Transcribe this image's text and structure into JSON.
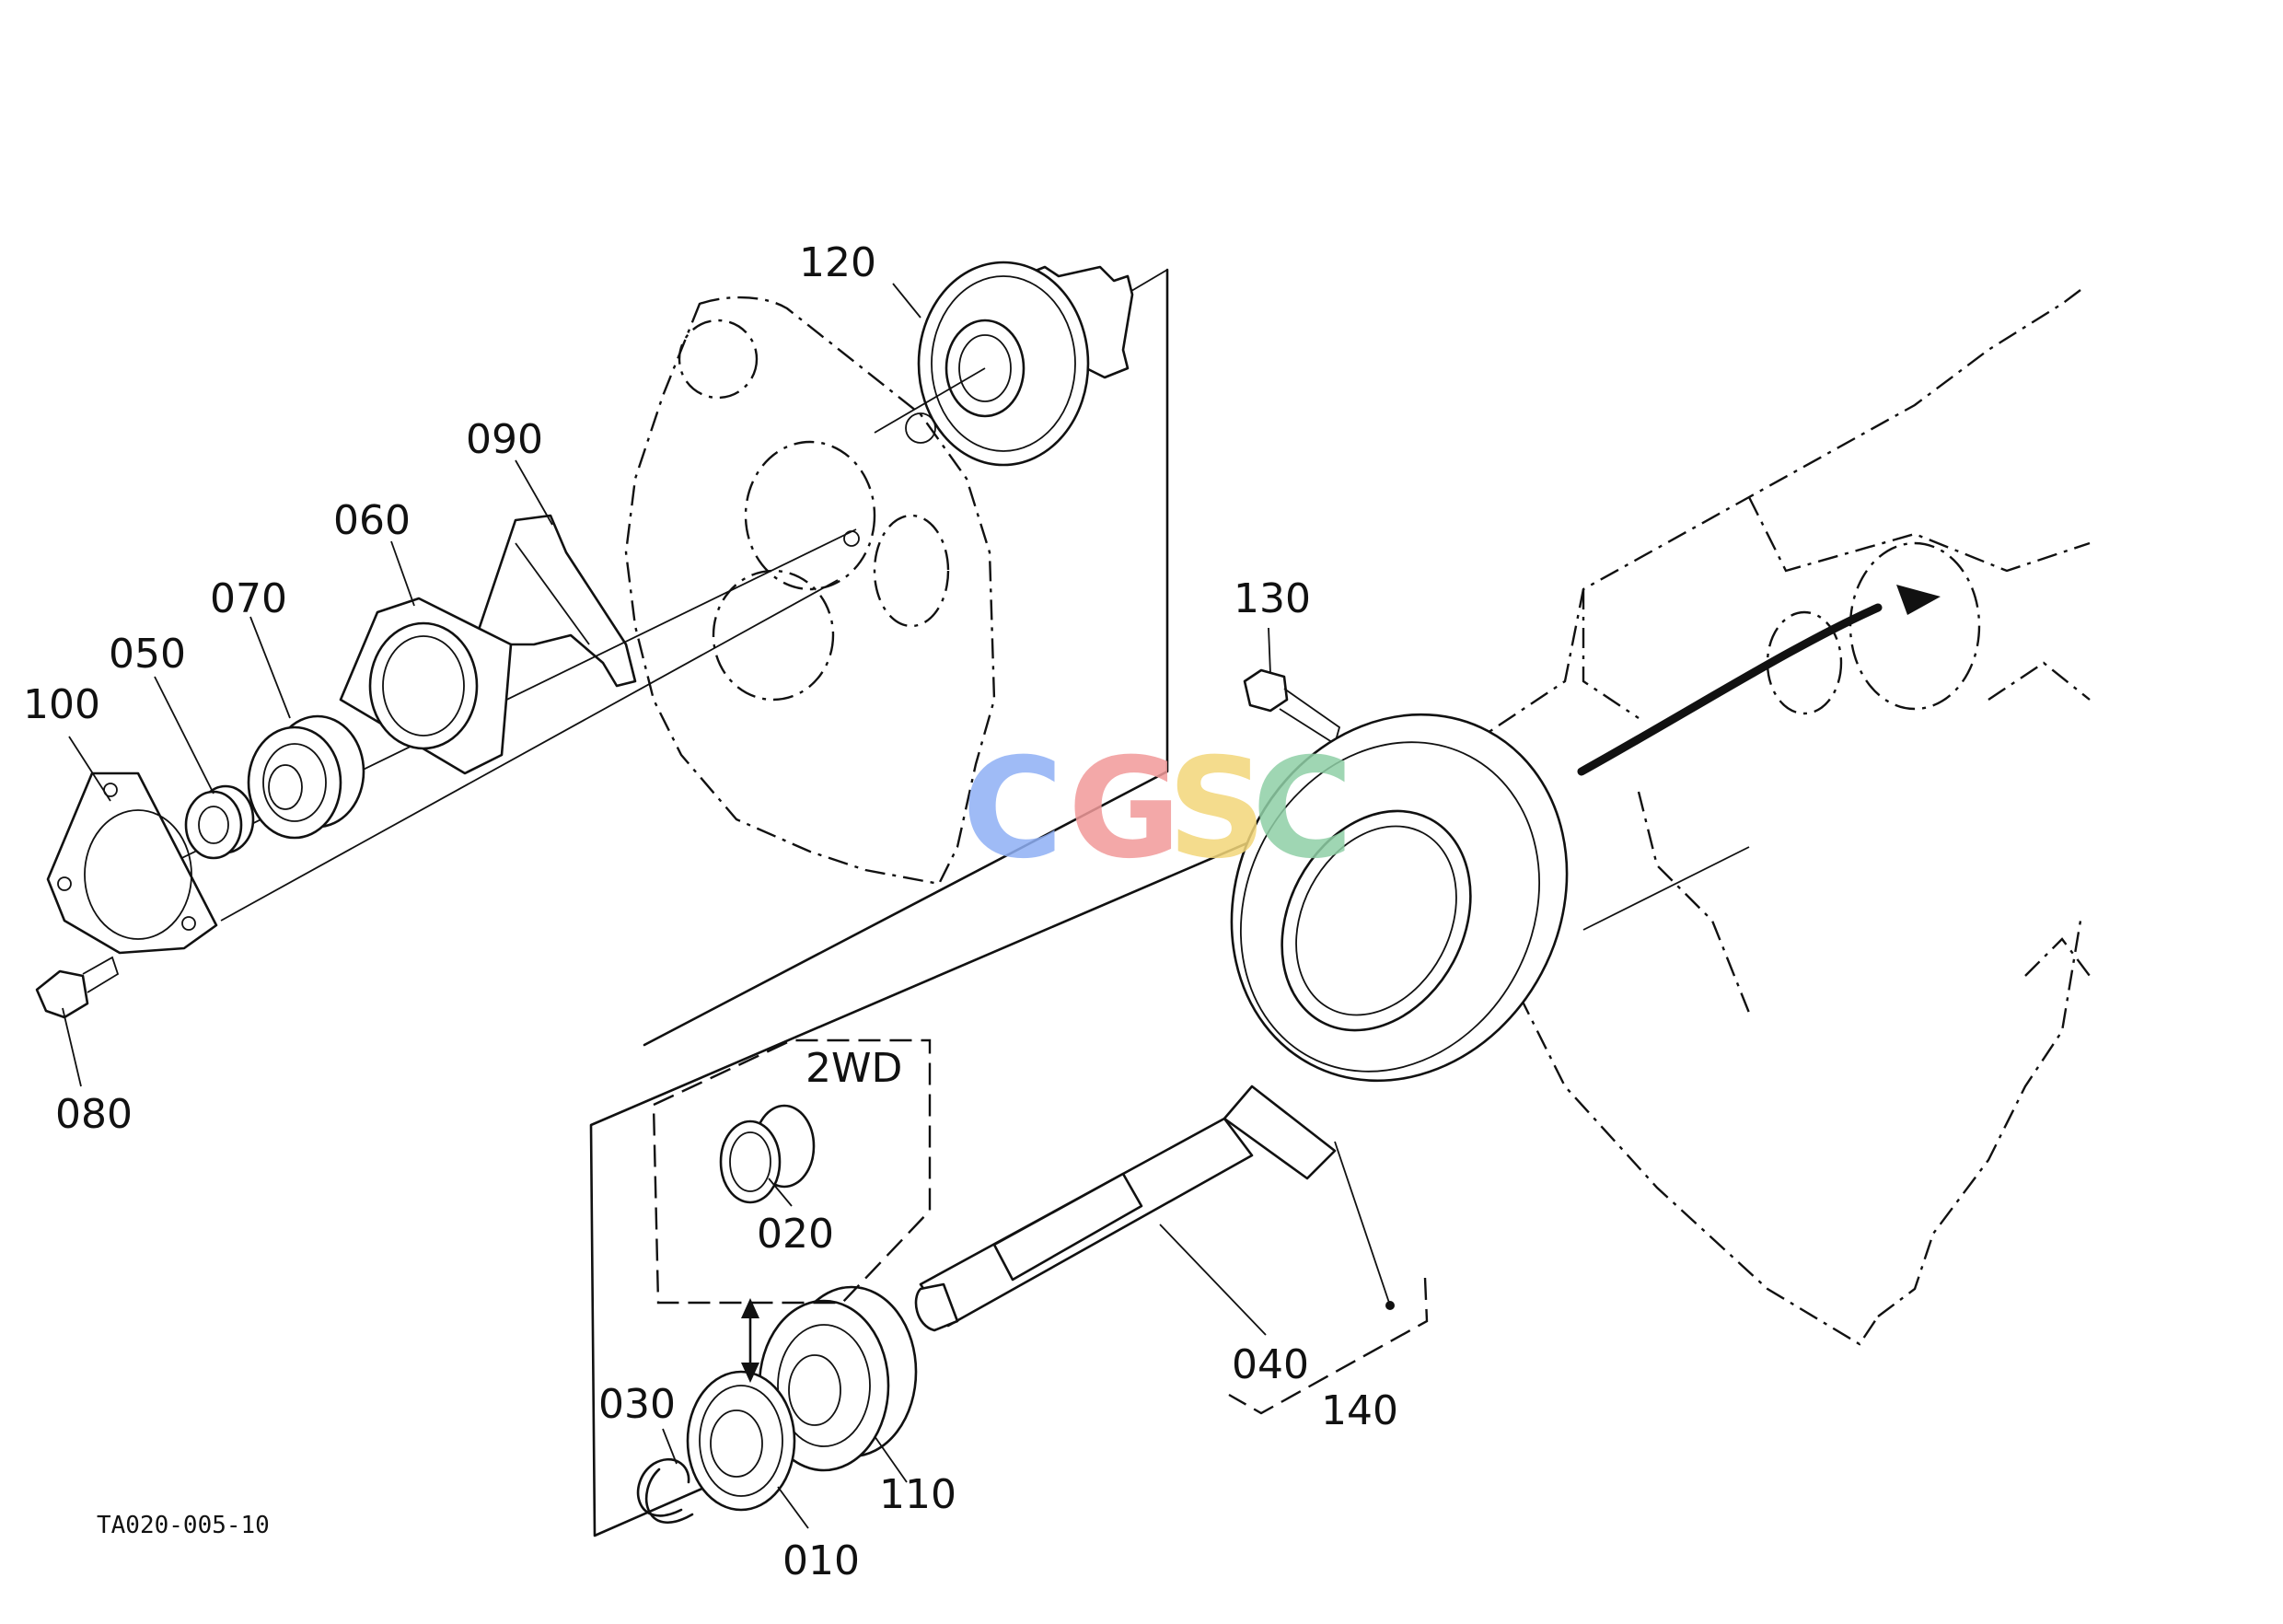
{
  "diagram": {
    "labels": {
      "p010": "010",
      "p020": "020",
      "p030": "030",
      "p040": "040",
      "p050": "050",
      "p060": "060",
      "p070": "070",
      "p080": "080",
      "p090": "090",
      "p100": "100",
      "p110": "110",
      "p120": "120",
      "p130": "130",
      "p140": "140"
    },
    "group_label": "2WD",
    "figure_ref": "TA020-005-10"
  },
  "watermark": {
    "letters": [
      "C",
      "G",
      "S",
      "C"
    ],
    "colors": [
      "#8fb0f5",
      "#f19a9a",
      "#f3d77a",
      "#8fcfa6"
    ]
  }
}
